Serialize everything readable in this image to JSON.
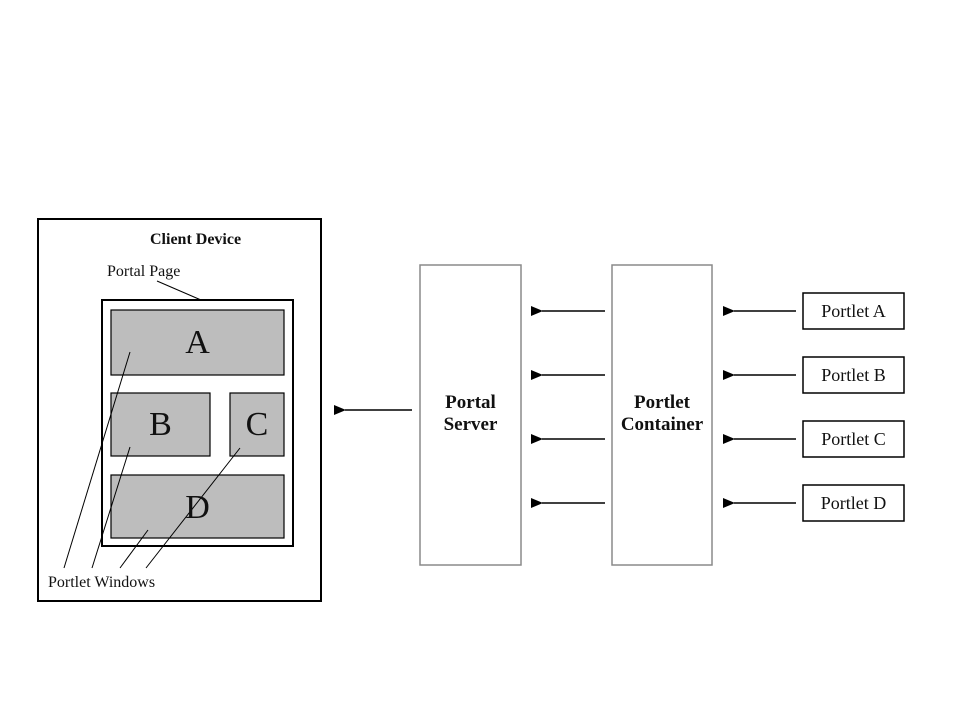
{
  "client": {
    "title": "Client Device",
    "portal_page_label": "Portal Page",
    "portlet_windows_label": "Portlet Windows",
    "windows": {
      "a": "A",
      "b": "B",
      "c": "C",
      "d": "D"
    }
  },
  "portal_server": {
    "line1": "Portal",
    "line2": "Server"
  },
  "portlet_container": {
    "line1": "Portlet",
    "line2": "Container"
  },
  "portlets": [
    "Portlet A",
    "Portlet B",
    "Portlet C",
    "Portlet D"
  ]
}
